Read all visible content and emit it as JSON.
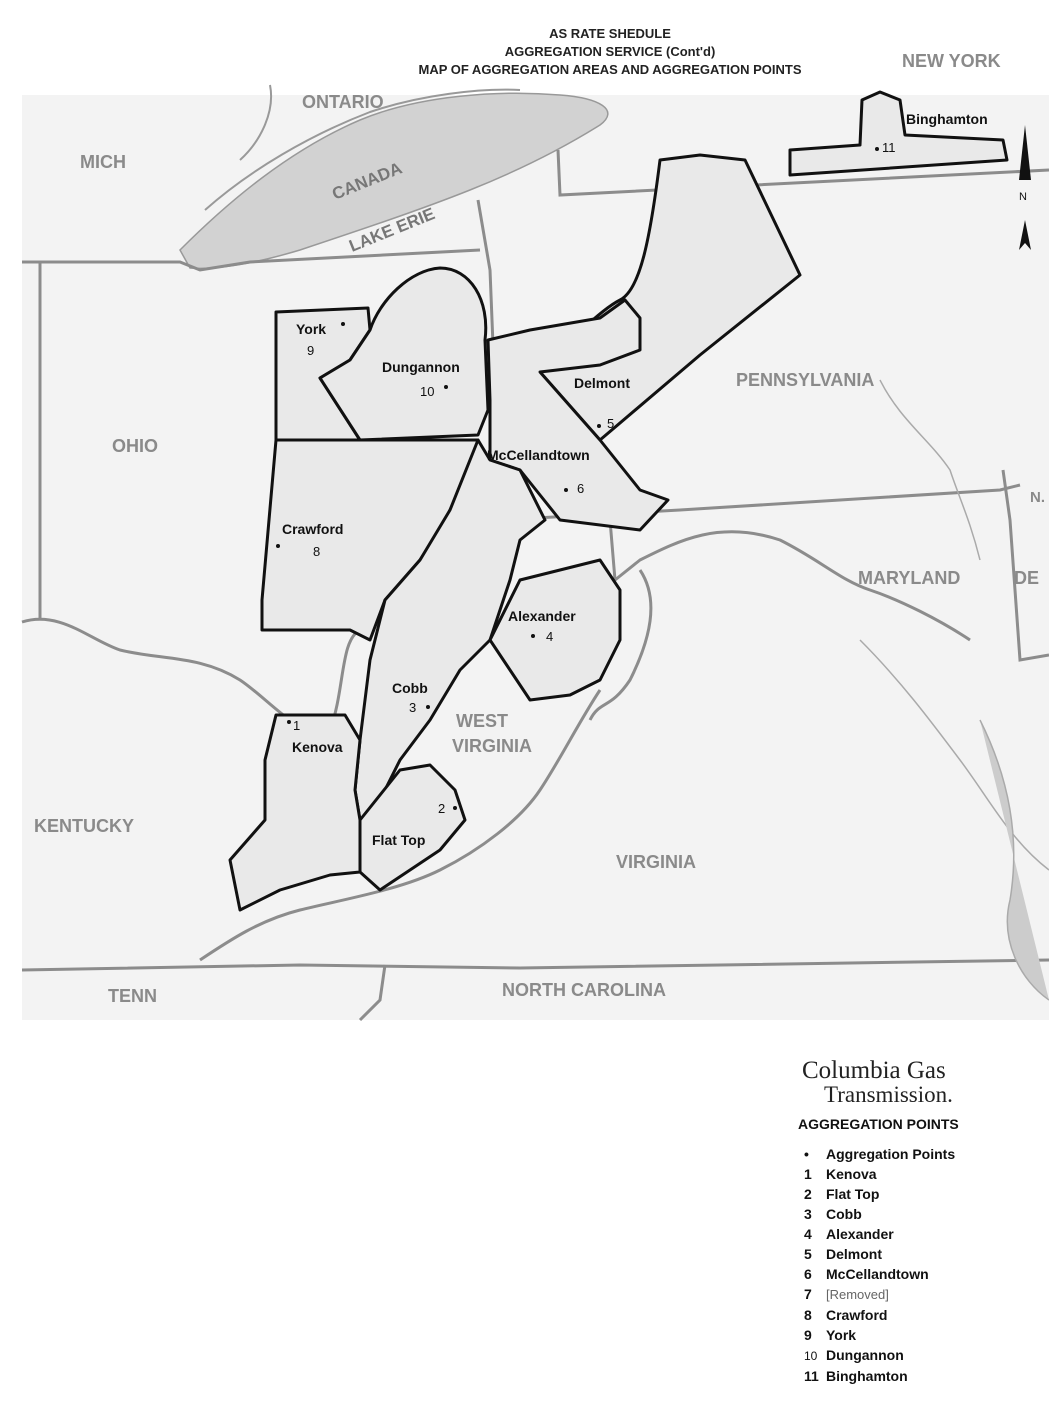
{
  "header": {
    "line1": "AS RATE SHEDULE",
    "line2": "AGGREGATION SERVICE (Cont'd)",
    "line3": "MAP OF AGGREGATION AREAS AND AGGREGATION POINTS"
  },
  "states": {
    "new_york": "NEW YORK",
    "ontario": "ONTARIO",
    "mich": "MICH",
    "canada": "CANADA",
    "lake_erie": "LAKE ERIE",
    "ohio": "OHIO",
    "pennsylvania": "PENNSYLVANIA",
    "maryland": "MARYLAND",
    "de": "DE",
    "nj": "N.",
    "west_virginia_1": "WEST",
    "west_virginia_2": "VIRGINIA",
    "kentucky": "KENTUCKY",
    "virginia": "VIRGINIA",
    "tenn": "TENN",
    "north_carolina": "NORTH CAROLINA"
  },
  "compass": {
    "label": "N"
  },
  "areas": {
    "binghamton": {
      "name": "Binghamton",
      "num": "11"
    },
    "york": {
      "name": "York",
      "num": "9"
    },
    "dungannon": {
      "name": "Dungannon",
      "num": "10"
    },
    "delmont": {
      "name": "Delmont",
      "num": "5"
    },
    "mccellandtown": {
      "name": "McCellandtown",
      "num": "6"
    },
    "crawford": {
      "name": "Crawford",
      "num": "8"
    },
    "alexander": {
      "name": "Alexander",
      "num": "4"
    },
    "cobb": {
      "name": "Cobb",
      "num": "3"
    },
    "kenova": {
      "name": "Kenova",
      "num": "1"
    },
    "flat_top": {
      "name": "Flat Top",
      "num": "2"
    }
  },
  "legend": {
    "logo_line1": "Columbia Gas",
    "logo_line2": "Transmission.",
    "title": "AGGREGATION POINTS",
    "items": [
      {
        "n": "•",
        "t": "Aggregation Points"
      },
      {
        "n": "1",
        "t": "Kenova"
      },
      {
        "n": "2",
        "t": "Flat Top"
      },
      {
        "n": "3",
        "t": "Cobb"
      },
      {
        "n": "4",
        "t": "Alexander"
      },
      {
        "n": "5",
        "t": "Delmont"
      },
      {
        "n": "6",
        "t": "McCellandtown"
      },
      {
        "n": "7",
        "t": "[Removed]"
      },
      {
        "n": "8",
        "t": "Crawford"
      },
      {
        "n": "9",
        "t": "York"
      },
      {
        "n": "10",
        "t": "Dungannon"
      },
      {
        "n": "11",
        "t": "Binghamton"
      }
    ]
  },
  "colors": {
    "land": "#f0f0f0",
    "lake": "#cfcfcf",
    "area_fill": "#e9e9e9",
    "border": "#8c8c8c",
    "area_stroke": "#111111"
  }
}
